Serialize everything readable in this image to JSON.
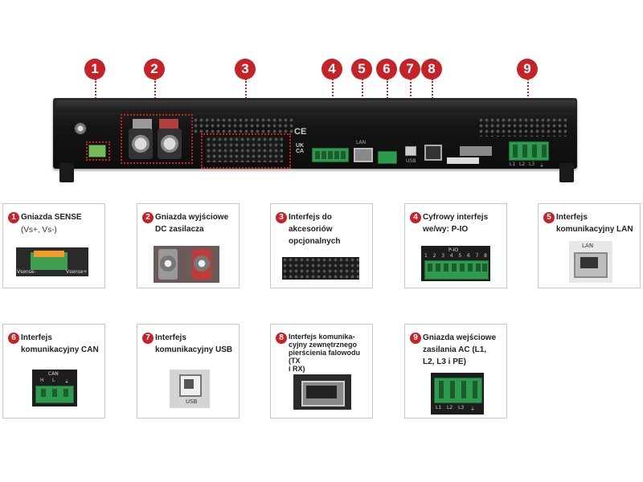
{
  "markers": [
    "1",
    "2",
    "3",
    "4",
    "5",
    "6",
    "7",
    "8",
    "9"
  ],
  "device": {
    "ce_mark": "CE",
    "ukca_mark": "UK CA",
    "lan_label": "LAN",
    "usb_label": "USB",
    "ac_labels": [
      "L1",
      "L2",
      "L3",
      "⏚"
    ]
  },
  "cards": [
    {
      "num": "1",
      "title": "Gniazda SENSE",
      "subtitle": "(Vs+, Vs-)",
      "thumb_left": "Vsense-",
      "thumb_right": "Vsense+"
    },
    {
      "num": "2",
      "title_lines": [
        "Gniazda wyjściowe",
        "DC zasilacza"
      ]
    },
    {
      "num": "3",
      "title_lines": [
        "Interfejs do",
        "akcesoriów",
        "opcjonalnych"
      ]
    },
    {
      "num": "4",
      "title_lines": [
        "Cyfrowy interfejs",
        "we/wy: P-IO"
      ],
      "thumb_label": "P-IO",
      "thumb_pins": [
        "1",
        "2",
        "3",
        "4",
        "5",
        "6",
        "7",
        "8"
      ]
    },
    {
      "num": "5",
      "title_lines": [
        "Interfejs",
        "komunikacyjny LAN"
      ],
      "thumb_label": "LAN"
    },
    {
      "num": "6",
      "title_lines": [
        "Interfejs",
        "komunikacyjny CAN"
      ],
      "thumb_label": "CAN",
      "thumb_pins": [
        "H",
        "L",
        "⏚"
      ]
    },
    {
      "num": "7",
      "title_lines": [
        "Interfejs",
        "komunikacyjny USB"
      ],
      "thumb_label": "USB"
    },
    {
      "num": "8",
      "title_lines": [
        "Interfejs komunika-",
        "cyjny zewnętrznego",
        "pierścienia falowodu (TX",
        "i RX)"
      ]
    },
    {
      "num": "9",
      "title_lines": [
        "Gniazda wejściowe",
        "zasilania AC (L1,",
        "L2, L3 i PE)"
      ],
      "thumb_pins": [
        "L1",
        "L2",
        "L3",
        "⏚"
      ]
    }
  ]
}
